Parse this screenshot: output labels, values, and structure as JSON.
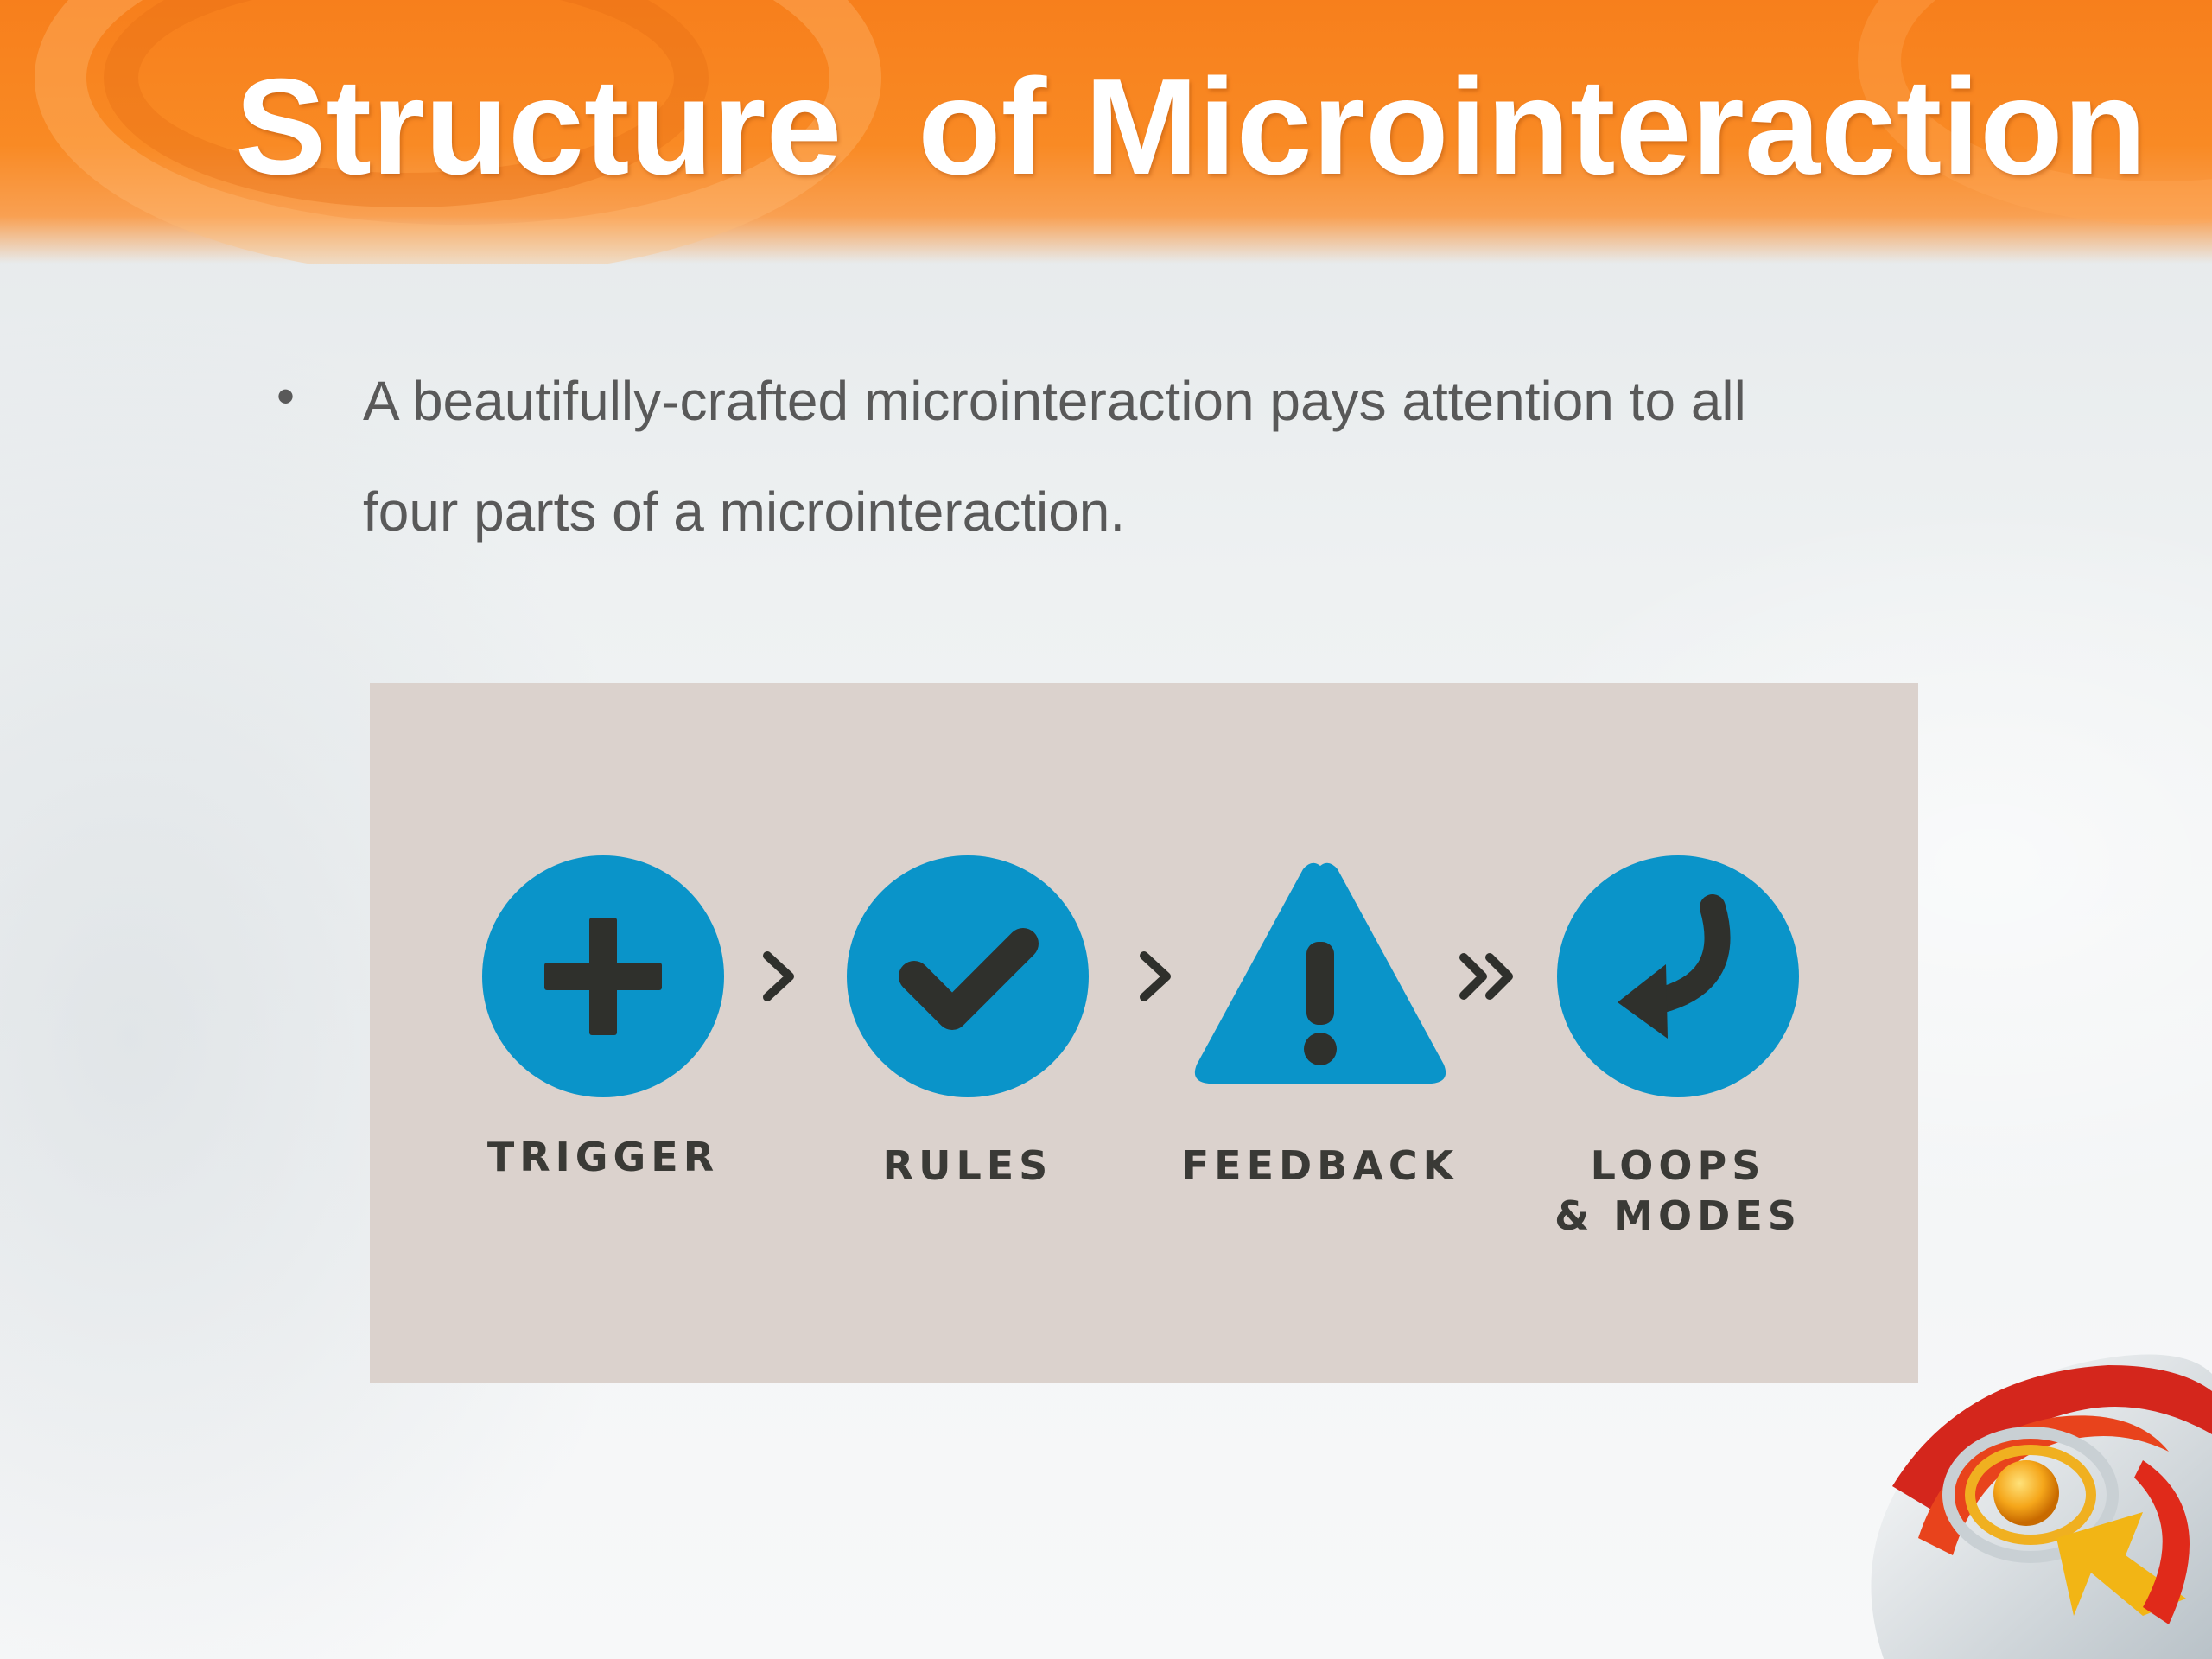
{
  "slide": {
    "title": "Structure  of Microinteraction",
    "bullets": [
      {
        "marker": "•",
        "text": "A beautifully-crafted microinteraction pays attention to all four parts of a microinteraction."
      }
    ]
  },
  "diagram": {
    "steps": [
      {
        "label": "TRIGGER",
        "icon": "plus-icon"
      },
      {
        "label": "RULES",
        "icon": "checkmark-icon"
      },
      {
        "label": "FEEDBACK",
        "icon": "exclamation-triangle-icon"
      },
      {
        "label": "LOOPS\n& MODES",
        "icon": "return-arrow-icon"
      }
    ],
    "connectors": [
      "chevron-right-icon",
      "chevron-right-icon",
      "double-chevron-right-icon"
    ]
  },
  "colors": {
    "header_orange": "#f77f1c",
    "icon_blue": "#0a94c9",
    "icon_glyph": "#2f302c",
    "panel_beige": "#dbd2cd",
    "body_text": "#595959"
  }
}
